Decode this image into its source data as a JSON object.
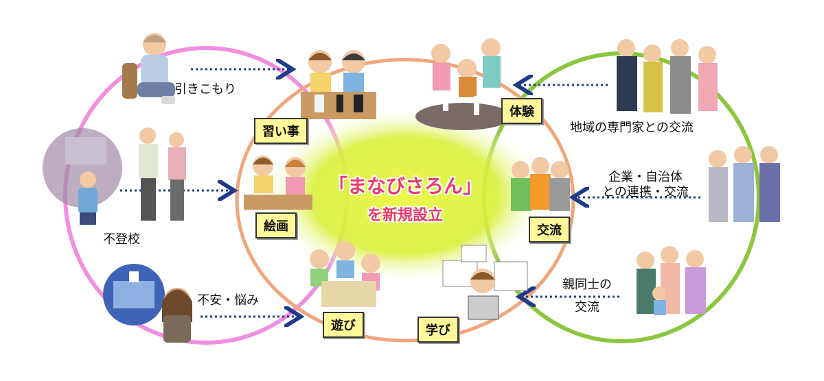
{
  "center": {
    "title": "「まなびさろん」",
    "subtitle": "を新規設立"
  },
  "activities": {
    "lessons": "習い事",
    "painting": "絵画",
    "play": "遊び",
    "learning": "学び",
    "experience": "体験",
    "exchange": "交流"
  },
  "issues": {
    "withdrawal": "引きこもり",
    "school_refusal": "不登校",
    "anxiety": "不安・悩み"
  },
  "partners": {
    "experts": "地域の専門家との交流",
    "corporate_line1": "企業・自治体",
    "corporate_line2": "との連携・交流",
    "parents_line1": "親同士の",
    "parents_line2": "交流"
  },
  "colors": {
    "left_ring": "#f08ee0",
    "right_ring": "#8cc63f",
    "center_ring": "#f2a57a",
    "center_glow": "#d8ef3a",
    "arrow": "#1f3a8a",
    "title": "#e73a6d",
    "label_fill": "#fff799"
  }
}
